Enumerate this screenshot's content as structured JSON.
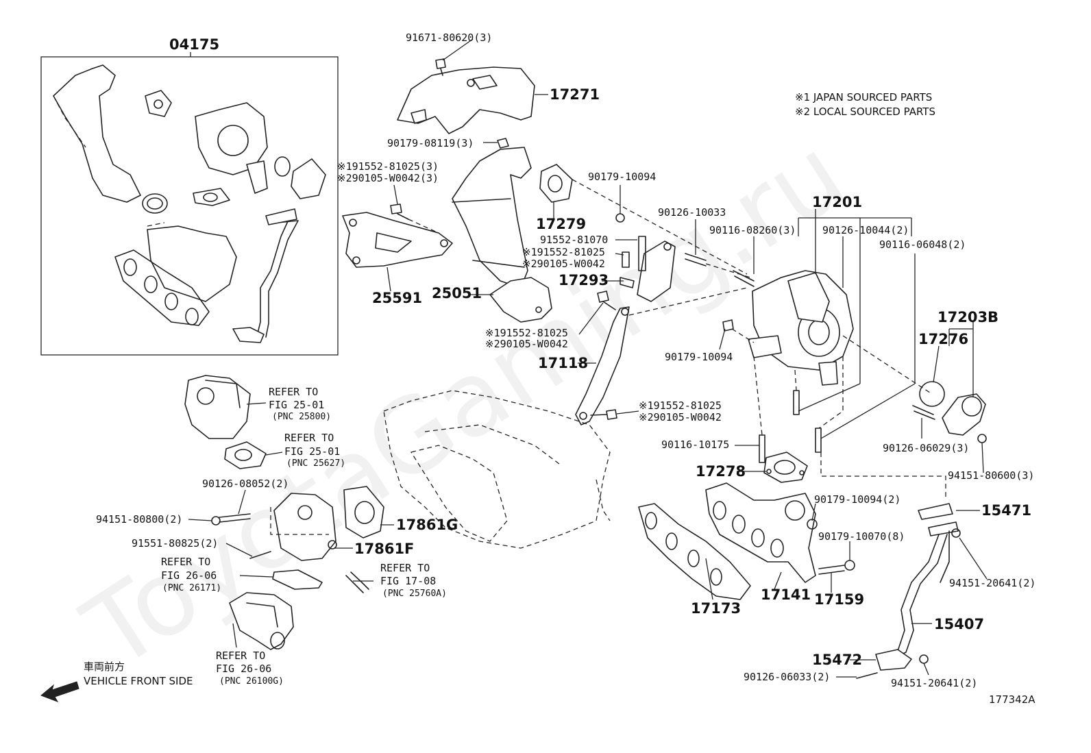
{
  "watermark": "ToyotaGaming.ru",
  "legend": {
    "line1": "※1 JAPAN SOURCED PARTS",
    "line2": "※2 LOCAL SOURCED PARTS"
  },
  "front": {
    "jp": "車両前方",
    "en": "VEHICLE FRONT SIDE"
  },
  "figure_id": "177342A",
  "parts": {
    "p04175": "04175",
    "p91671": "91671-80620(3)",
    "p17271": "17271",
    "p90179_08119": "90179-08119(3)",
    "p191552_a1": "※191552-81025(3)",
    "p290105_a1": "※290105-W0042(3)",
    "p90179_10094_top": "90179-10094",
    "p17279": "17279",
    "p90126_10033": "90126-10033",
    "p17201": "17201",
    "p90116_08260": "90116-08260(3)",
    "p90126_10044": "90126-10044(2)",
    "p90116_06048": "90116-06048(2)",
    "p91552_81070": "91552-81070",
    "p191552_b": "※191552-81025",
    "p290105_b": "※290105-W0042",
    "p17293": "17293",
    "p25591": "25591",
    "p25051": "25051",
    "p191552_c": "※191552-81025",
    "p290105_c": "※290105-W0042",
    "p90179_10094_mid": "90179-10094",
    "p17203B": "17203B",
    "p17276": "17276",
    "p17118": "17118",
    "p191552_d": "※191552-81025",
    "p290105_d": "※290105-W0042",
    "p90116_10175": "90116-10175",
    "p90126_06029": "90126-06029(3)",
    "p17278": "17278",
    "p94151_80600": "94151-80600(3)",
    "p90179_10094_2": "90179-10094(2)",
    "p15471": "15471",
    "p90179_10070": "90179-10070(8)",
    "p94151_20641_a": "94151-20641(2)",
    "p17141": "17141",
    "p17159": "17159",
    "p17173": "17173",
    "p15407": "15407",
    "p15472": "15472",
    "p90126_06033": "90126-06033(2)",
    "p94151_20641_b": "94151-20641(2)",
    "p90126_08052": "90126-08052(2)",
    "p94151_80800": "94151-80800(2)",
    "p17861G": "17861G",
    "p17861F": "17861F",
    "p91551_80825": "91551-80825(2)"
  },
  "refs": {
    "r1": {
      "a": "REFER TO",
      "b": "FIG 25-01",
      "c": "(PNC 25800)"
    },
    "r2": {
      "a": "REFER TO",
      "b": "FIG 25-01",
      "c": "(PNC 25627)"
    },
    "r3": {
      "a": "REFER TO",
      "b": "FIG 26-06",
      "c": "(PNC 26171)"
    },
    "r4": {
      "a": "REFER TO",
      "b": "FIG 17-08",
      "c": "(PNC 25760A)"
    },
    "r5": {
      "a": "REFER TO",
      "b": "FIG 26-06",
      "c": "(PNC 26100G)"
    }
  }
}
